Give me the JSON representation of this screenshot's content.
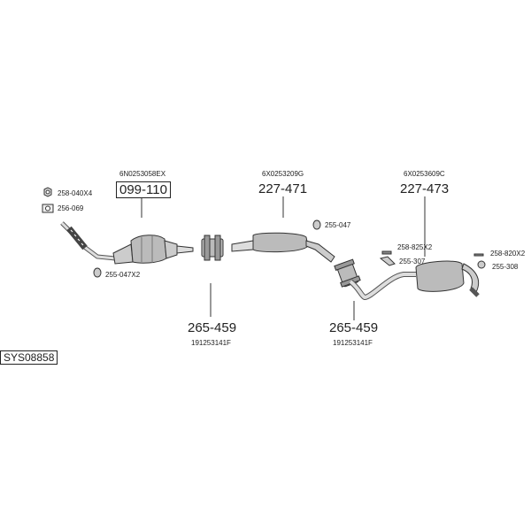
{
  "system_code": "SYS08858",
  "parts": {
    "nut": {
      "code": "258-040X4"
    },
    "gasket": {
      "code": "256-069"
    },
    "rubber_front": {
      "code": "255-047X2"
    },
    "catalyst": {
      "ref": "6N0253058EX",
      "code": "099-110"
    },
    "middle_silencer": {
      "ref": "6X0253209G",
      "code": "227-471"
    },
    "rear_silencer": {
      "ref": "6X0253609C",
      "code": "227-473"
    },
    "hanger_mid": {
      "code": "255-047"
    },
    "clamp_front": {
      "code": "265-459",
      "ref": "191253141F"
    },
    "clamp_rear": {
      "code": "265-459",
      "ref": "191253141F"
    },
    "bolt_mid": {
      "code": "258-825X2"
    },
    "rubber_mid": {
      "code": "255-307"
    },
    "bolt_rear": {
      "code": "258-820X2"
    },
    "rubber_rear": {
      "code": "255-308"
    }
  }
}
